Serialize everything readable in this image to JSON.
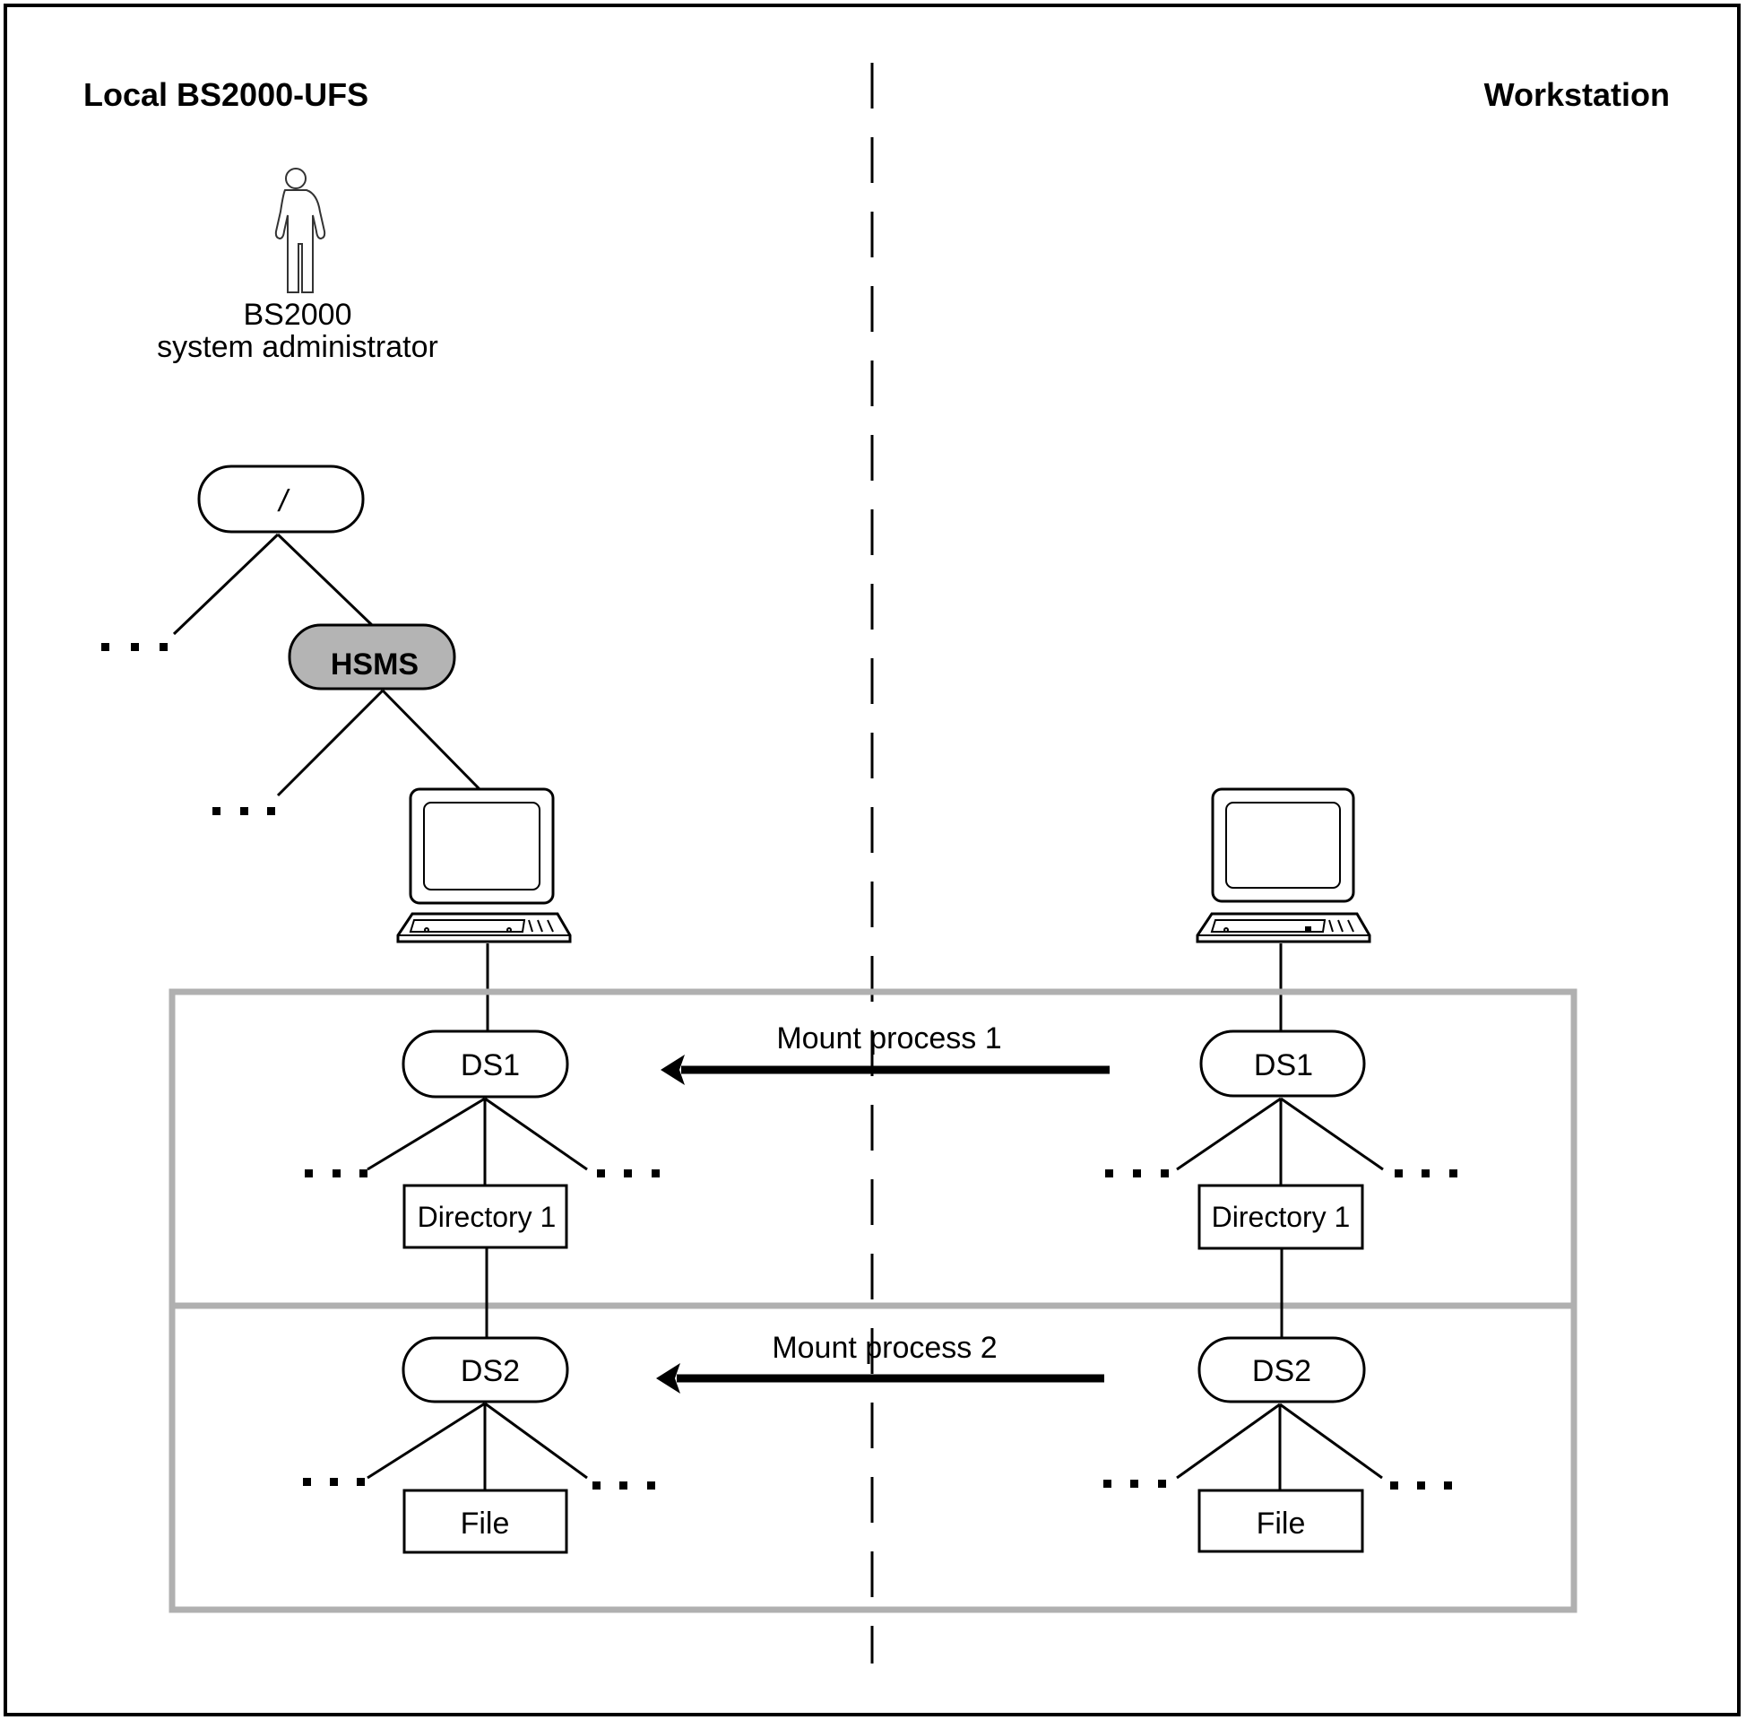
{
  "diagram": {
    "left_region_title": "Local BS2000-UFS",
    "right_region_title": "Workstation",
    "actor": {
      "icon": "person-icon",
      "label_line1": "BS2000",
      "label_line2": "system administrator"
    },
    "tree_left": {
      "root": "/",
      "hsms": "HSMS",
      "ellipsis": "...",
      "computer_icon": "computer-icon",
      "ds1": "DS1",
      "directory": "Directory 1",
      "ds2": "DS2",
      "file": "File"
    },
    "tree_right": {
      "computer_icon": "computer-icon",
      "ds1": "DS1",
      "directory": "Directory 1",
      "ds2": "DS2",
      "file": "File"
    },
    "processes": [
      {
        "label": "Mount process 1",
        "direction": "right-to-left"
      },
      {
        "label": "Mount process 2",
        "direction": "right-to-left"
      }
    ],
    "colors": {
      "highlight_node": "#b4b4b4",
      "frame": "#b0b0b0",
      "stroke": "#000000"
    }
  }
}
